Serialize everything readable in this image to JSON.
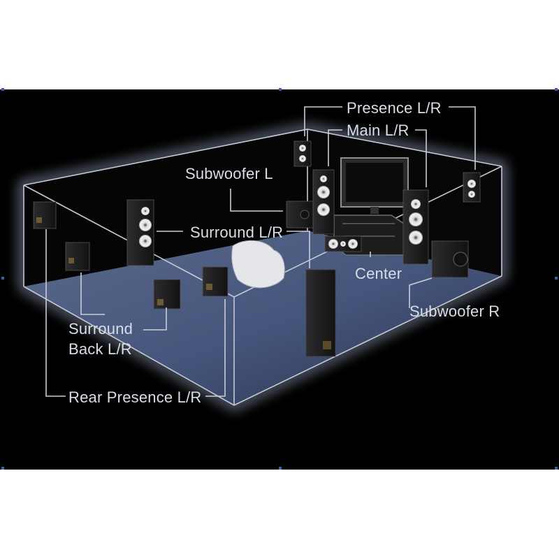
{
  "labels": {
    "presence_lr": "Presence L/R",
    "main_lr": "Main L/R",
    "subwoofer_l": "Subwoofer L",
    "surround_lr": "Surround L/R",
    "center": "Center",
    "subwoofer_r": "Subwoofer R",
    "surround_back_line1": "Surround",
    "surround_back_line2": "Back L/R",
    "rear_presence_lr": "Rear Presence L/R"
  },
  "colors": {
    "background": "#000000",
    "floor": "#4a5877",
    "glow": "#b9c6e6",
    "label_text": "#d8dde6",
    "speaker_body": "#1b1b1c",
    "frame_marker": "#3b5ea8"
  }
}
